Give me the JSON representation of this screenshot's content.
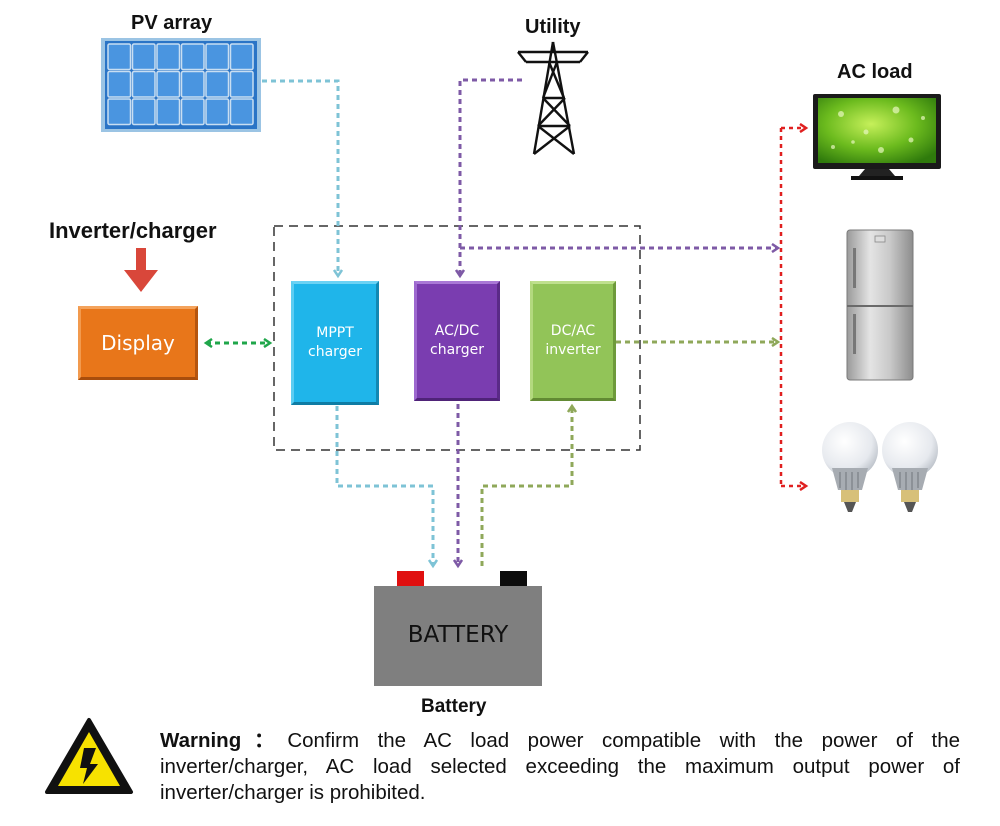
{
  "labels": {
    "pv_array": "PV array",
    "utility": "Utility",
    "ac_load": "AC load",
    "inverter_charger": "Inverter/charger",
    "battery": "Battery"
  },
  "blocks": {
    "display": "Display",
    "mppt": [
      "MPPT",
      "charger"
    ],
    "acdc": [
      "AC/DC",
      "charger"
    ],
    "dcac": [
      "DC/AC",
      "inverter"
    ],
    "battery_body": "BATTERY"
  },
  "warning": {
    "title": "Warning：",
    "text": "Confirm the AC load power compatible with the power of the inverter/charger, AC load selected exceeding the maximum output power of inverter/charger is prohibited."
  },
  "colors": {
    "pv_line": "#7ec3d6",
    "utility_line": "#7e5aa6",
    "inverter_line": "#8fa85a",
    "display_line": "#1fa64a",
    "ac_bus": "#e02020",
    "mppt_block": "#1fb5ea",
    "acdc_block": "#7a3db0",
    "dcac_block": "#92c458",
    "display_block": "#e8761a",
    "battery_body": "#7f7f7f"
  }
}
